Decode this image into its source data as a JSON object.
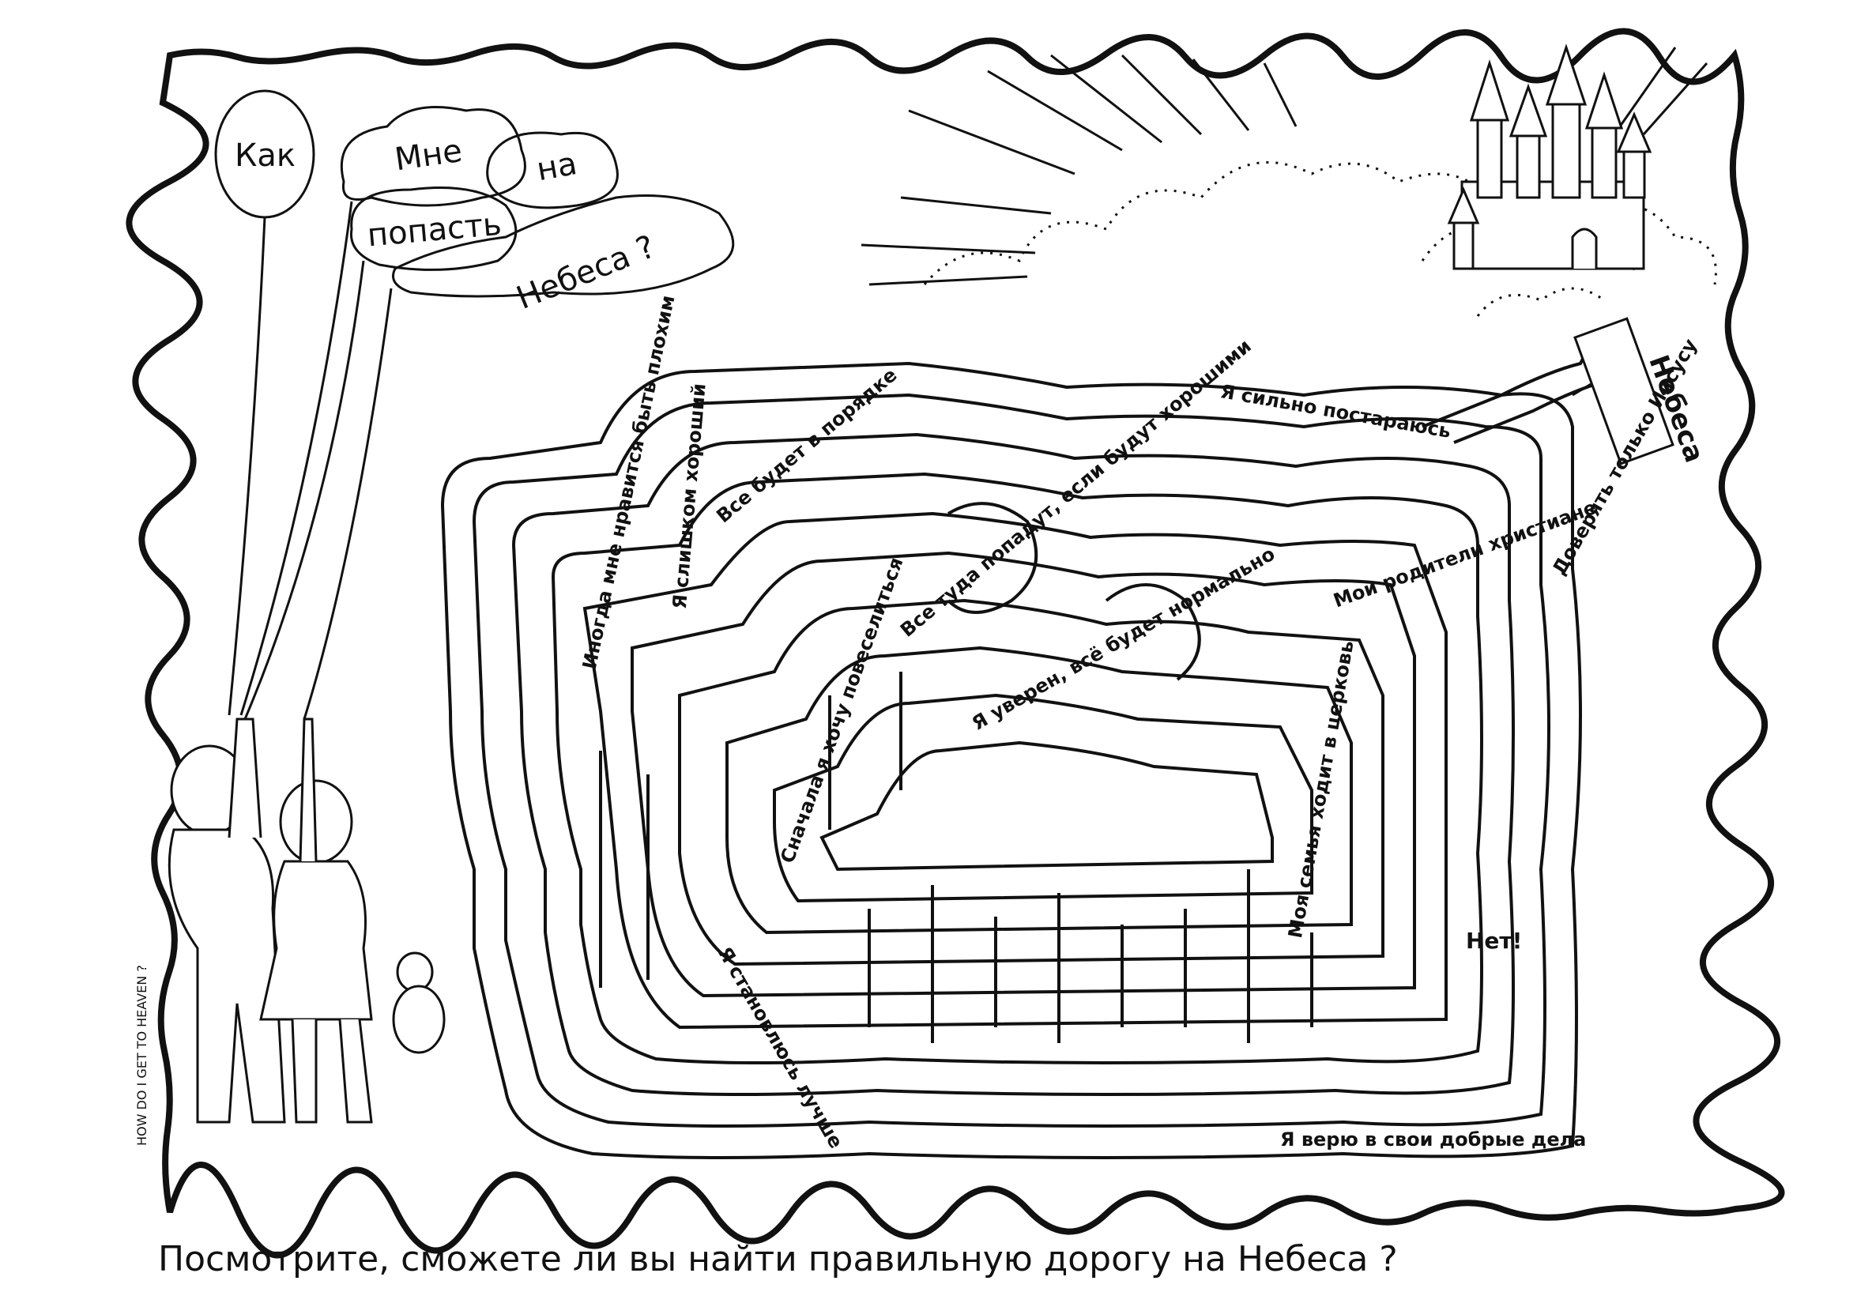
{
  "balloons": [
    "Как",
    "Мне",
    "на",
    "попасть",
    "Небеса ?"
  ],
  "sign": "Небеса",
  "maze_labels": {
    "sometimes_bad": "Иногда мне нравится быть плохим",
    "i_am_good": "Я слишком хороший",
    "all_will_be_ok": "Все будет в порядке",
    "all_get_there": "Все туда попадут, если будут хорошими",
    "try_hard": "Я сильно постараюсь",
    "parents_christians": "Мои родители христиане",
    "trust_jesus": "Доверять только Иисусу",
    "sure_normal": "Я уверен, всё будет нормально",
    "fun_first": "Сначала я хочу повеселиться",
    "family_church": "Моя семья ходит в церковь",
    "getting_better": "Я становлюсь лучше",
    "good_deeds": "Я верю в свои добрые дела",
    "no": "Нет!"
  },
  "credit": "HOW DO I GET TO HEAVEN ?",
  "caption": "Посмотрите, сможете ли вы найти правильную дорогу на Небеса ?"
}
